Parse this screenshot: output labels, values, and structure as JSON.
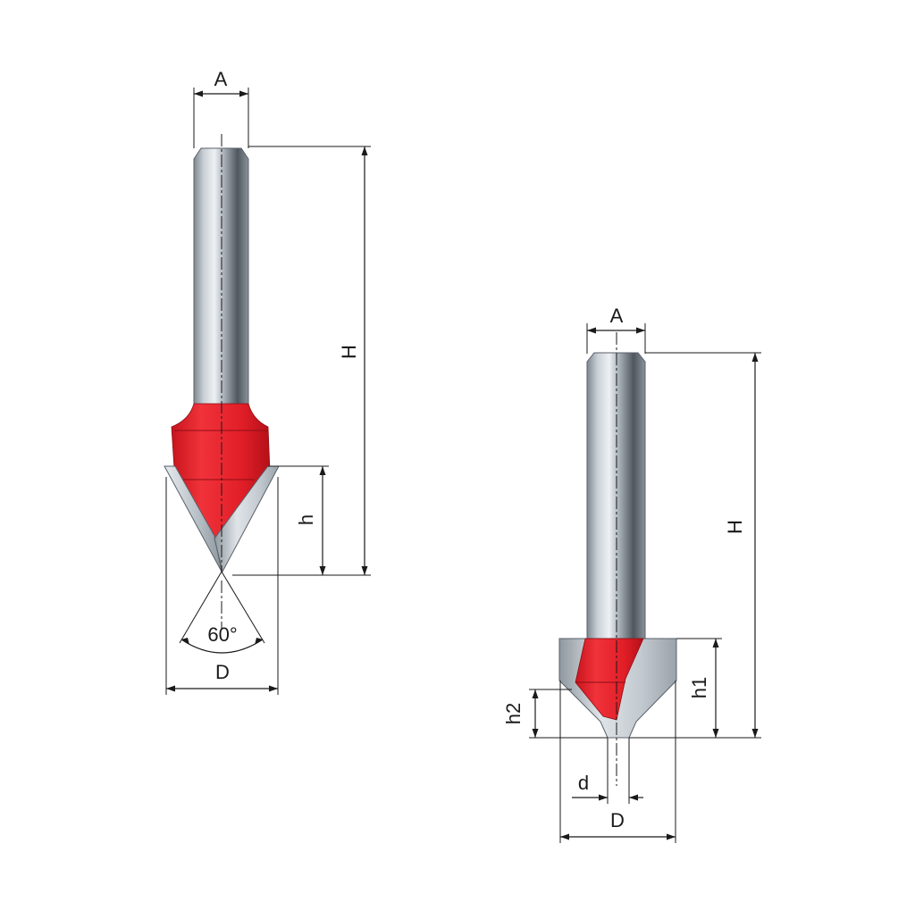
{
  "left_bit": {
    "labels": {
      "shank_dia": "A",
      "height": "H",
      "cut_height": "h",
      "angle": "60°",
      "cut_dia": "D"
    }
  },
  "right_bit": {
    "labels": {
      "shank_dia": "A",
      "height": "H",
      "h1": "h1",
      "h2": "h2",
      "tip_dia": "d",
      "cut_dia": "D"
    }
  },
  "colors": {
    "cutter_red": "#e8202a",
    "steel_light": "#d4dae0",
    "steel_dark": "#7e8790",
    "line": "#1a1a1a"
  }
}
